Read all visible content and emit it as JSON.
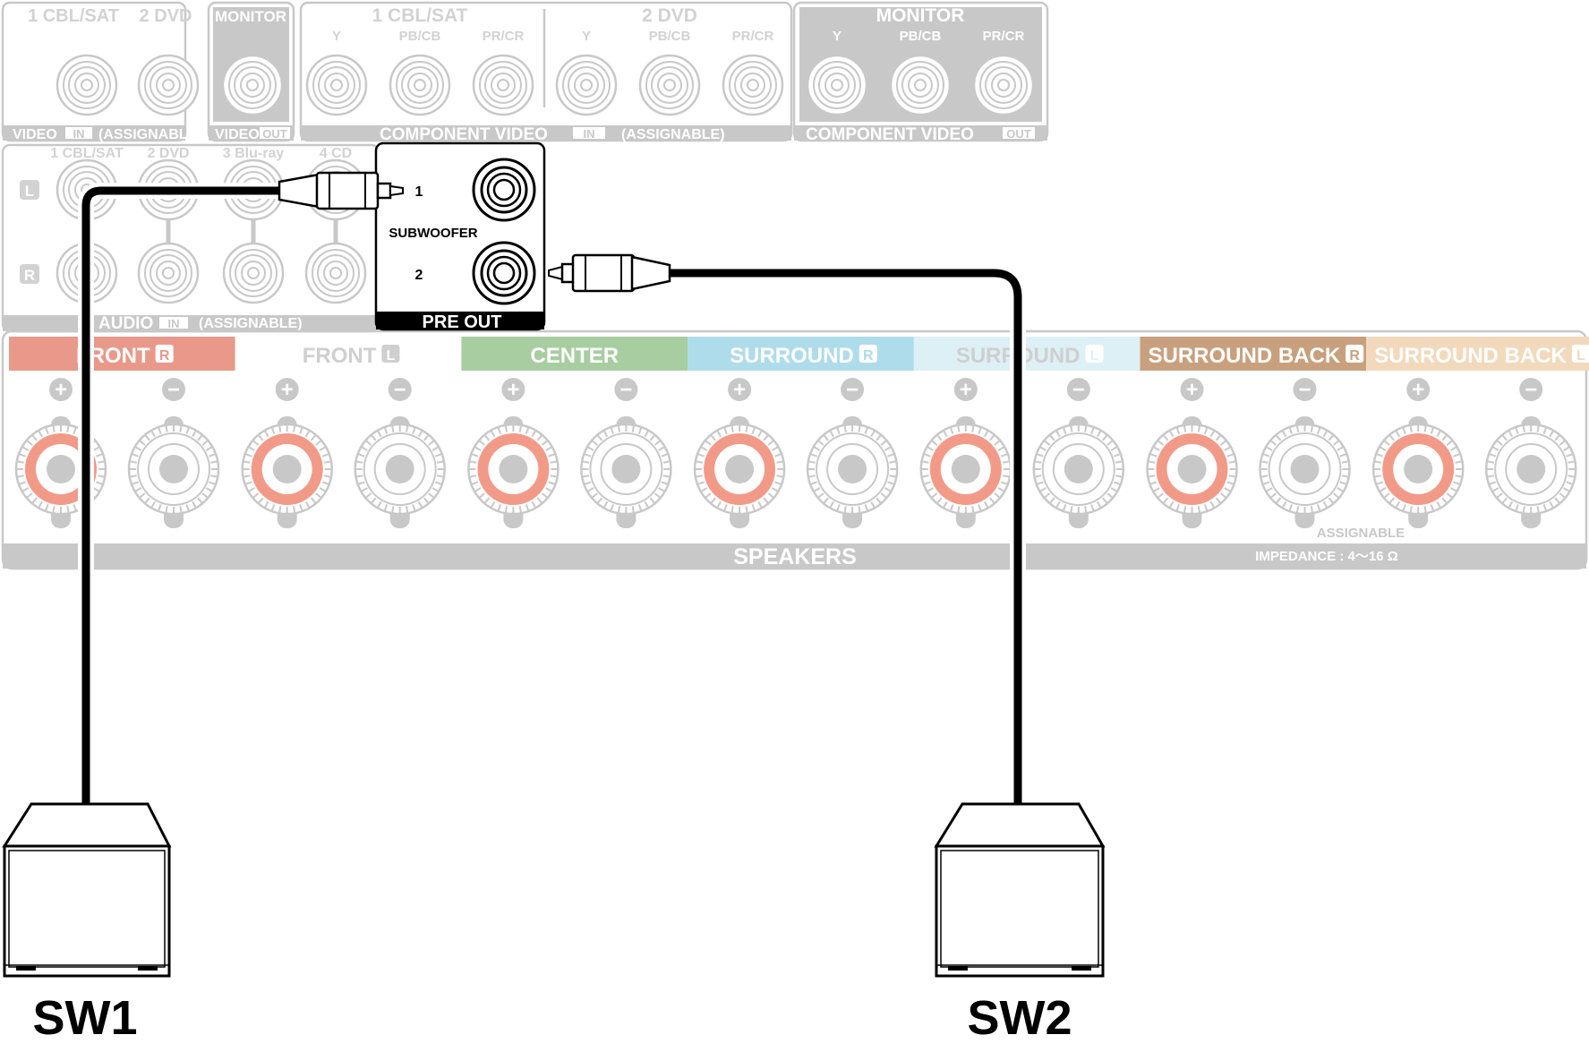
{
  "video_in": {
    "channels": [
      "1 CBL/SAT",
      "2 DVD"
    ],
    "label_prefix": "VIDEO",
    "label_in": "IN",
    "label_suffix": "(ASSIGNABLE)"
  },
  "video_out": {
    "channel": "MONITOR",
    "label_prefix": "VIDEO",
    "label_out": "OUT"
  },
  "component_in": {
    "groups": [
      "1 CBL/SAT",
      "2 DVD"
    ],
    "jacks": [
      "Y",
      "PB/CB",
      "PR/CR"
    ],
    "label_prefix": "COMPONENT VIDEO",
    "label_in": "IN",
    "label_suffix": "(ASSIGNABLE)"
  },
  "component_out": {
    "group": "MONITOR",
    "jacks": [
      "Y",
      "PB/CB",
      "PR/CR"
    ],
    "label_prefix": "COMPONENT VIDEO",
    "label_out": "OUT"
  },
  "audio_in": {
    "channels": [
      "1 CBL/SAT",
      "2 DVD",
      "3 Blu-ray",
      "4 CD"
    ],
    "left": "L",
    "right": "R",
    "label_prefix": "AUDIO",
    "label_in": "IN",
    "label_suffix": "(ASSIGNABLE)"
  },
  "pre_out": {
    "title": "PRE OUT",
    "subwoofer": "SUBWOOFER",
    "jack1": "1",
    "jack2": "2"
  },
  "speakers": {
    "groups": [
      {
        "name": "FRONT",
        "side": "R",
        "color": "#E8998A"
      },
      {
        "name": "FRONT",
        "side": "L",
        "color": "#FFFFFF"
      },
      {
        "name": "CENTER",
        "side": "",
        "color": "#A8CDA0"
      },
      {
        "name": "SURROUND",
        "side": "R",
        "color": "#AEDCEB"
      },
      {
        "name": "SURROUND",
        "side": "L",
        "color": "#DDF0F6"
      },
      {
        "name": "SURROUND BACK",
        "side": "R",
        "color": "#C9A07E"
      },
      {
        "name": "SURROUND BACK",
        "side": "L",
        "color": "#F3D9BC"
      }
    ],
    "plus": "+",
    "minus": "−",
    "assignable": "ASSIGNABLE",
    "title": "SPEAKERS",
    "impedance": "IMPEDANCE : 4～16 Ω"
  },
  "subwoofers": {
    "sw1": "SW1",
    "sw2": "SW2"
  },
  "colors": {
    "panel_gray": "#C8C8C8",
    "panel_text": "#D2D2D2",
    "cable": "#000000",
    "plus_terminal": "#F29A88"
  }
}
